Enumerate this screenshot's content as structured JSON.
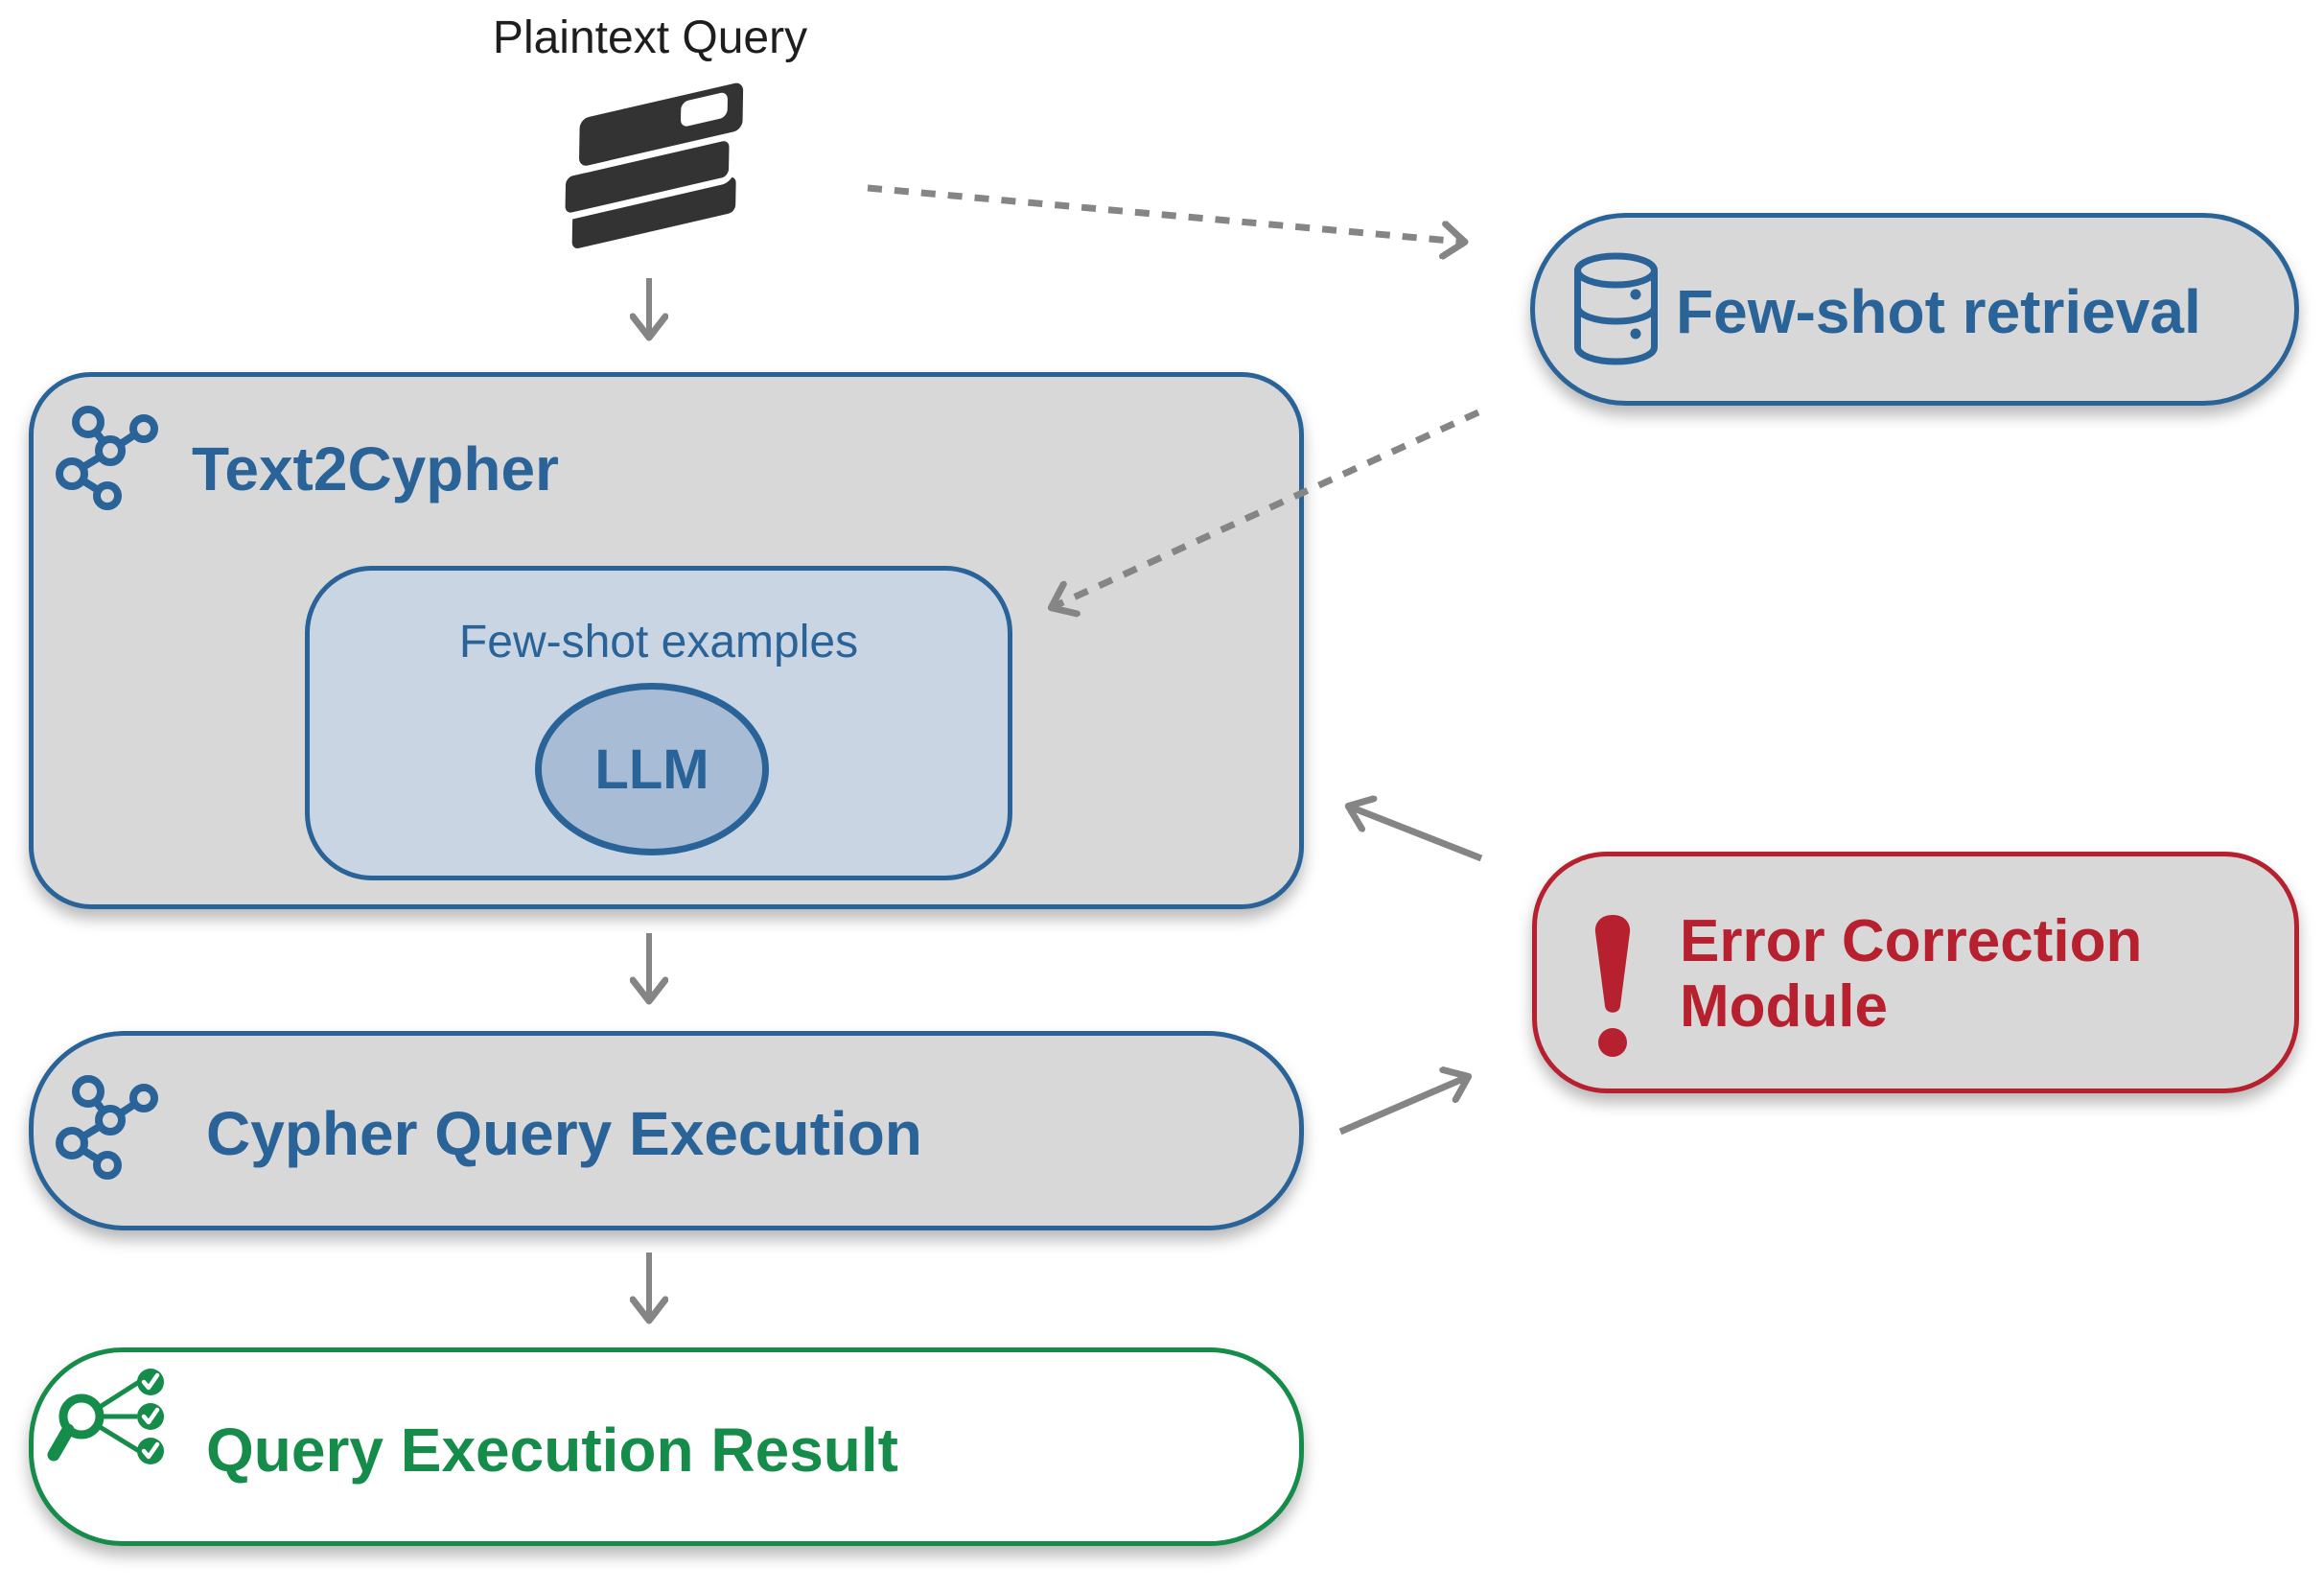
{
  "diagram": {
    "nodes": {
      "plaintext_query": {
        "label": "Plaintext Query",
        "icon": "books-icon",
        "text_color": "#1e1e1e"
      },
      "few_shot_retrieval": {
        "label": "Few-shot retrieval",
        "icon": "database-icon",
        "accent": "#2a6398",
        "fill": "#d8d8d8"
      },
      "text2cypher": {
        "label": "Text2Cypher",
        "icon": "graph-icon",
        "accent": "#2a6398",
        "fill": "#d8d8d8"
      },
      "few_shot_examples": {
        "label": "Few-shot examples",
        "accent": "#2a6398",
        "fill": "#c9d5e3"
      },
      "llm": {
        "label": "LLM",
        "accent": "#2a6398",
        "fill": "#a8bdd5"
      },
      "cypher_query_execution": {
        "label": "Cypher Query Execution",
        "icon": "graph-icon",
        "accent": "#2a6398",
        "fill": "#d8d8d8"
      },
      "error_correction_module": {
        "label": "Error Correction Module",
        "line1": "Error Correction",
        "line2": "Module",
        "icon": "exclamation-icon",
        "accent": "#b7202e",
        "fill": "#d8d8d8"
      },
      "query_execution_result": {
        "label": "Query Execution Result",
        "icon": "search-graph-check-icon",
        "accent": "#168c4a",
        "fill": "#ffffff"
      }
    },
    "edges": [
      {
        "from": "plaintext_query",
        "to": "text2cypher",
        "style": "solid"
      },
      {
        "from": "plaintext_query",
        "to": "few_shot_retrieval",
        "style": "dashed"
      },
      {
        "from": "few_shot_retrieval",
        "to": "few_shot_examples",
        "style": "dashed"
      },
      {
        "from": "text2cypher",
        "to": "cypher_query_execution",
        "style": "solid"
      },
      {
        "from": "cypher_query_execution",
        "to": "error_correction_module",
        "style": "solid"
      },
      {
        "from": "error_correction_module",
        "to": "text2cypher",
        "style": "solid"
      },
      {
        "from": "cypher_query_execution",
        "to": "query_execution_result",
        "style": "solid"
      }
    ],
    "colors": {
      "blue": "#2a6398",
      "red": "#b7202e",
      "green": "#168c4a",
      "box_gray": "#d8d8d8",
      "light_blue_fill": "#c9d5e3",
      "llm_fill": "#a8bdd5",
      "arrow_gray": "#858585",
      "dark_text": "#1e1e1e",
      "books_icon": "#333333"
    }
  }
}
